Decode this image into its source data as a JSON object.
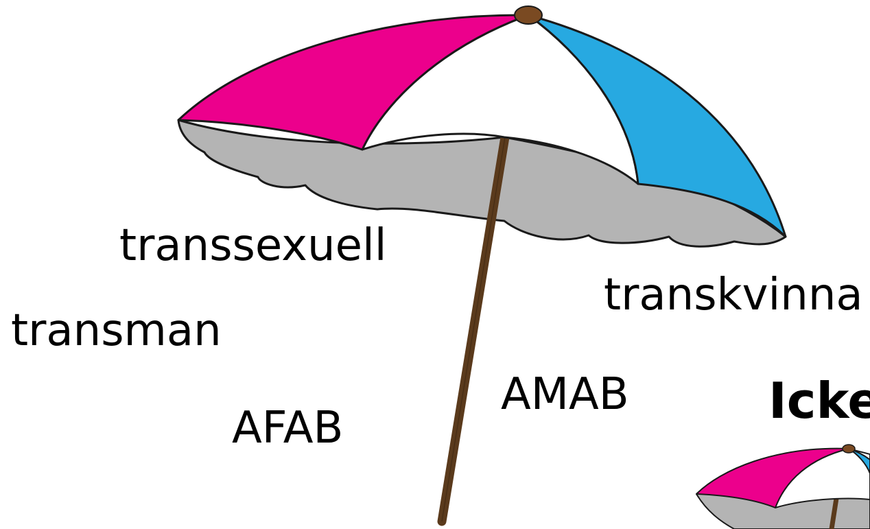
{
  "colors": {
    "pink": "#ec008c",
    "blue": "#27a9e1",
    "white": "#ffffff",
    "underside": "#b4b4b4",
    "pole": "#5a3a1c",
    "outline": "#1a1a1a"
  },
  "labels": {
    "transsexuell": "transsexuell",
    "transkvinna": "transkvinna",
    "transman": "transman",
    "amab": "AMAB",
    "afab": "AFAB",
    "icke": "Icke"
  },
  "illustrations": [
    "large-umbrella",
    "small-umbrella-partial"
  ]
}
